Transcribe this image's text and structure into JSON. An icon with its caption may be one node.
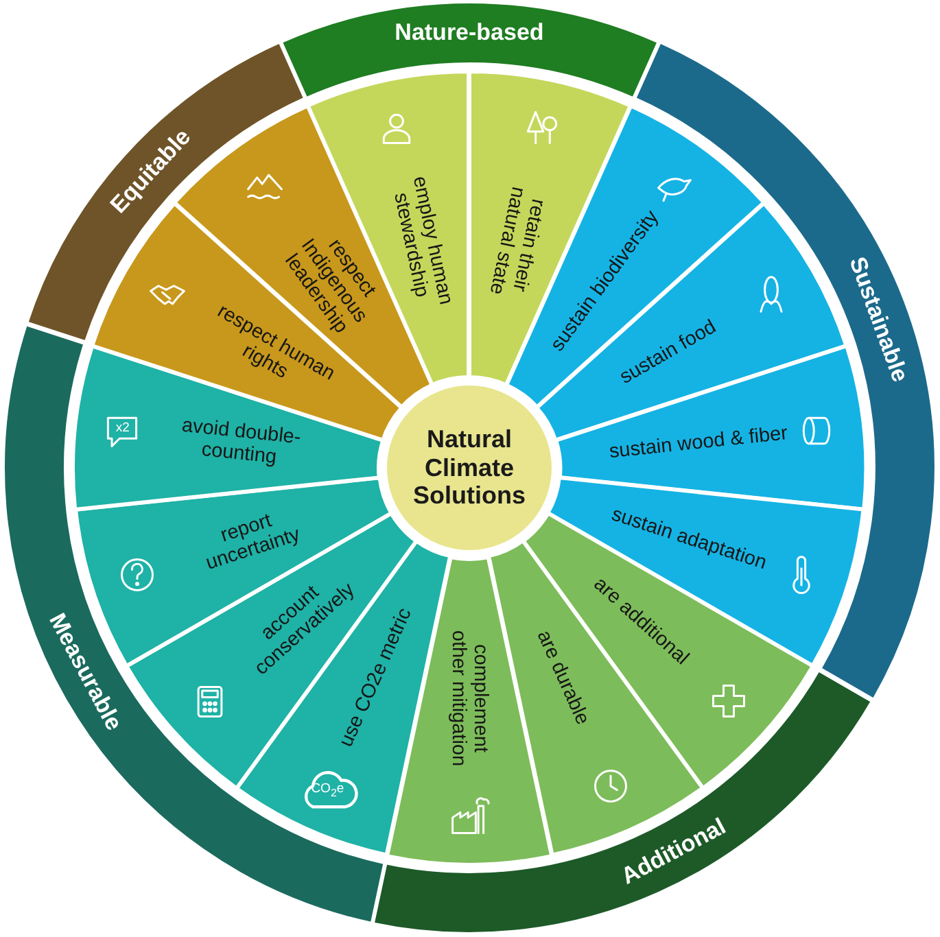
{
  "diagram": {
    "nodes": [
      {
        "text": [
          "Natural Climate Solutions"
        ]
      },
      {
        "text": [
          "Nature-based"
        ]
      },
      {
        "text": [
          "Sustainable"
        ]
      },
      {
        "text": [
          "Additional"
        ]
      },
      {
        "text": [
          "Measurable"
        ]
      },
      {
        "text": [
          "Equitable"
        ]
      },
      {
        "text": [
          "employ human stewardship"
        ]
      },
      {
        "text": [
          "retain their natural state"
        ]
      },
      {
        "text": [
          "sustain biodiversity"
        ]
      },
      {
        "text": [
          "sustain food"
        ]
      },
      {
        "text": [
          "sustain wood & fiber"
        ]
      },
      {
        "text": [
          "sustain adaptation"
        ]
      },
      {
        "text": [
          "are additional"
        ]
      },
      {
        "text": [
          "are durable"
        ]
      },
      {
        "text": [
          "complement other mitigation"
        ]
      },
      {
        "text": [
          "use CO2e metric"
        ]
      },
      {
        "text": [
          "account conservatively"
        ]
      },
      {
        "text": [
          "report uncertainty"
        ]
      },
      {
        "text": [
          "avoid double-counting"
        ]
      },
      {
        "text": [
          "respect human rights"
        ]
      },
      {
        "text": [
          "respect Indigenous leadership"
        ]
      }
    ],
    "labels": [
      "x2",
      "CO$_{2}$e"
    ]
  }
}
